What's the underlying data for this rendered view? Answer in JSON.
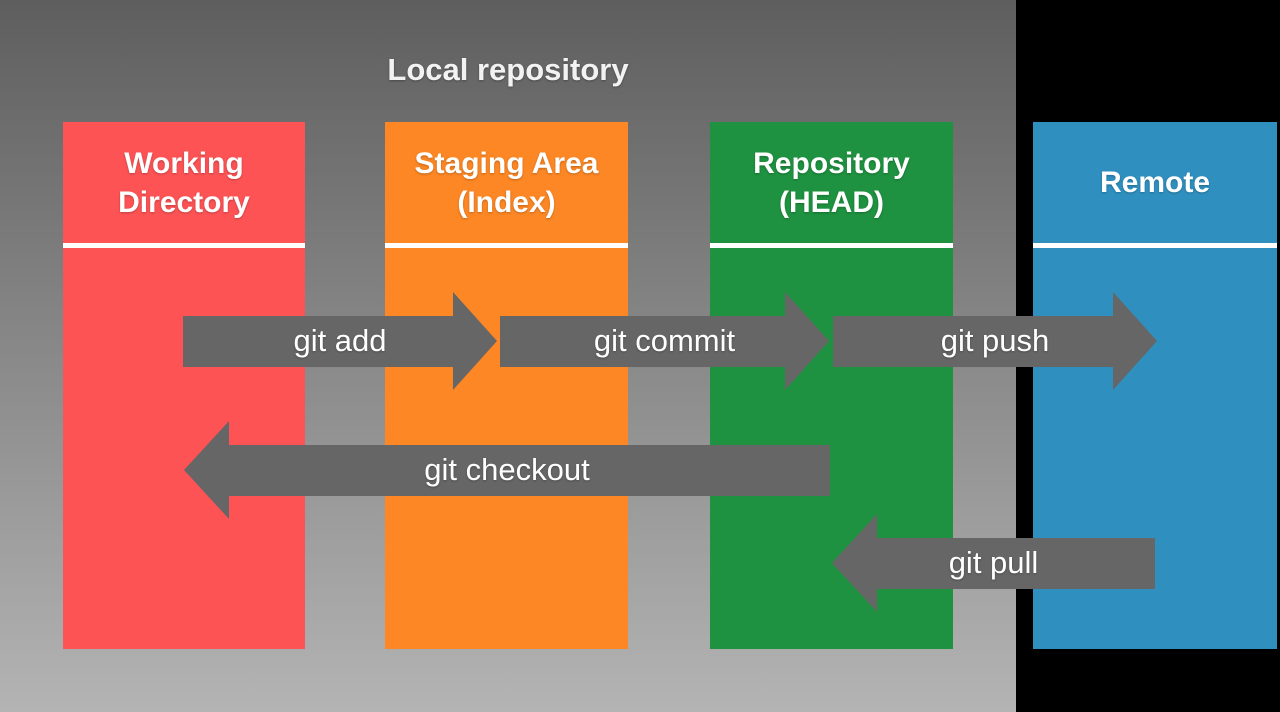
{
  "diagram": {
    "title": "Local repository",
    "boxes": [
      {
        "id": "working-directory",
        "lines": [
          "Working",
          "Directory"
        ],
        "color": "#fd5355"
      },
      {
        "id": "staging-area",
        "lines": [
          "Staging Area",
          "(Index)"
        ],
        "color": "#fd8724"
      },
      {
        "id": "repository-head",
        "lines": [
          "Repository",
          "(HEAD)"
        ],
        "color": "#1e9240"
      },
      {
        "id": "remote",
        "lines": [
          "Remote",
          ""
        ],
        "color": "#2f90c0"
      }
    ],
    "arrows": [
      {
        "label": "git add",
        "from": "working-directory",
        "to": "staging-area",
        "direction": "right"
      },
      {
        "label": "git commit",
        "from": "staging-area",
        "to": "repository-head",
        "direction": "right"
      },
      {
        "label": "git push",
        "from": "repository-head",
        "to": "remote",
        "direction": "right"
      },
      {
        "label": "git checkout",
        "from": "repository-head",
        "to": "working-directory",
        "direction": "left"
      },
      {
        "label": "git pull",
        "from": "remote",
        "to": "repository-head",
        "direction": "left"
      }
    ],
    "colors": {
      "arrow": "#666666",
      "background": "#000000",
      "panel_gradient_top": "#5e5e5e",
      "panel_gradient_bottom": "#b4b4b4",
      "text": "#ffffff"
    }
  }
}
